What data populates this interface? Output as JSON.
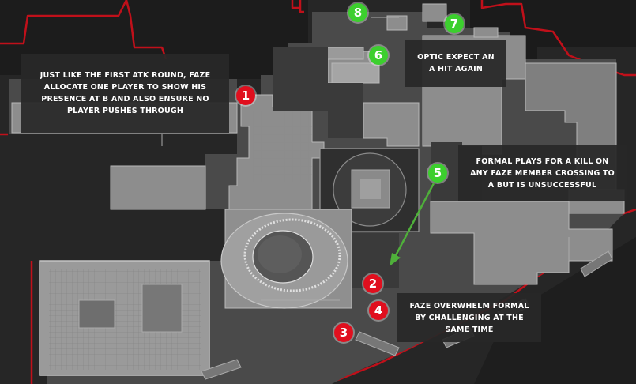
{
  "colors": {
    "attack_marker": "#e00f1e",
    "defense_marker": "#3ccf2e",
    "out_of_bounds_edge": "#c0101a",
    "callout_bg": "#282828",
    "arrow": "#4fb03a"
  },
  "markers": [
    {
      "number": "1",
      "team": "attack"
    },
    {
      "number": "2",
      "team": "attack"
    },
    {
      "number": "3",
      "team": "attack"
    },
    {
      "number": "4",
      "team": "attack"
    },
    {
      "number": "5",
      "team": "defense"
    },
    {
      "number": "6",
      "team": "defense"
    },
    {
      "number": "7",
      "team": "defense"
    },
    {
      "number": "8",
      "team": "defense"
    }
  ],
  "callouts": {
    "faze_b_presence": "JUST LIKE THE FIRST ATK ROUND, FAZE ALLOCATE ONE PLAYER TO SHOW HIS PRESENCE AT B AND ALSO ENSURE NO PLAYER PUSHES THROUGH",
    "optic_expect": "OPTIC EXPECT AN A HIT AGAIN",
    "formal_plays": "FORMAL PLAYS FOR A KILL ON ANY FAZE MEMBER CROSSING TO A BUT IS UNSUCCESSFUL",
    "faze_overwhelm": "FAZE OVERWHELM FORMAL BY CHALLENGING AT THE SAME TIME"
  }
}
